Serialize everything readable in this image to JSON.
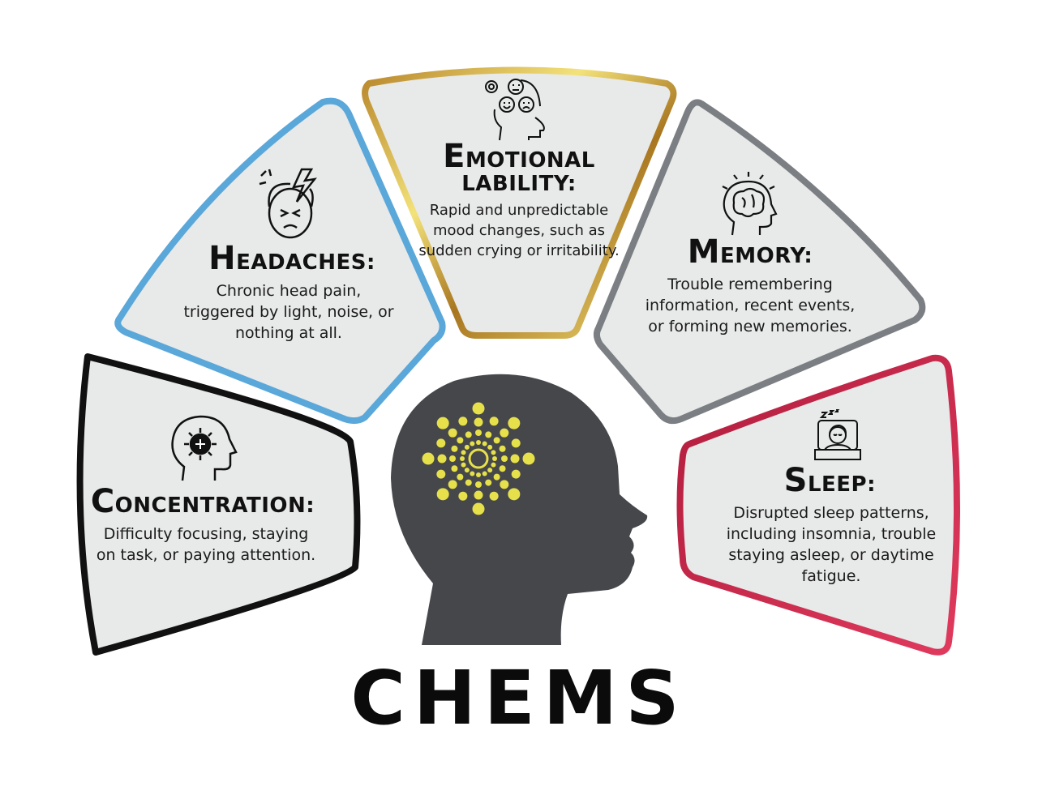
{
  "brand": "CHEMS",
  "colors": {
    "concentration": "#111111",
    "headaches": "#5aa7da",
    "emotional": "#c9a43a",
    "memory": "#7b7e82",
    "sleep": "#c8254a",
    "panel_fill": "#e8e9e9",
    "head": "#45474b",
    "dots": "#e6e04a"
  },
  "panels": [
    {
      "key": "concentration",
      "icon": "head-focus-icon",
      "title_initial": "C",
      "title_rest": "ONCENTRATION:",
      "body": "Difficulty focusing, staying on task, or paying attention."
    },
    {
      "key": "headaches",
      "icon": "headache-face-icon",
      "title_initial": "H",
      "title_rest": "EADACHES:",
      "body": "Chronic head pain, triggered by light, noise, or nothing at all."
    },
    {
      "key": "emotional",
      "icon": "emotions-head-icon",
      "title_initial": "E",
      "title_rest": "MOTIONAL",
      "title_line2": "LABILITY:",
      "body": "Rapid and unpredictable mood changes, such as sudden crying or irritability."
    },
    {
      "key": "memory",
      "icon": "brain-head-icon",
      "title_initial": "M",
      "title_rest": "EMORY:",
      "body": "Trouble remembering information, recent events, or forming new memories."
    },
    {
      "key": "sleep",
      "icon": "sleeping-person-icon",
      "title_initial": "S",
      "title_rest": "LEEP:",
      "body": "Disrupted sleep patterns, including insomnia, trouble staying asleep, or daytime fatigue."
    }
  ]
}
